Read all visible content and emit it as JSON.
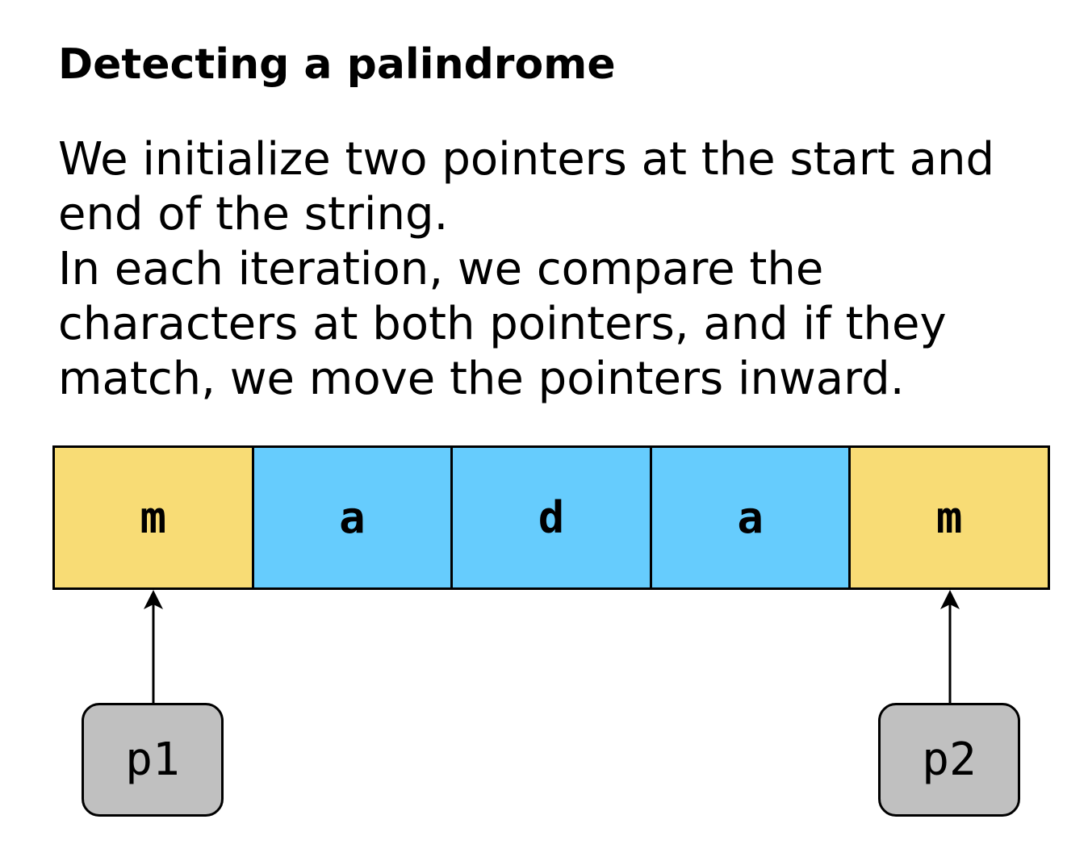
{
  "title": "Detecting a palindrome",
  "description": [
    "We initialize two pointers at the start and",
    "end of the string.",
    "In each iteration, we compare the",
    "characters at both pointers, and if they",
    "match, we move the pointers inward."
  ],
  "cells": [
    {
      "char": "m",
      "color": "#f8dc75"
    },
    {
      "char": "a",
      "color": "#66ccfd"
    },
    {
      "char": "d",
      "color": "#66ccfd"
    },
    {
      "char": "a",
      "color": "#66ccfd"
    },
    {
      "char": "m",
      "color": "#f8dc75"
    }
  ],
  "pointers": [
    {
      "label": "p1",
      "target_index": 0
    },
    {
      "label": "p2",
      "target_index": 4
    }
  ],
  "colors": {
    "pointer_box": "#c0c0c0",
    "stroke": "#000000"
  }
}
